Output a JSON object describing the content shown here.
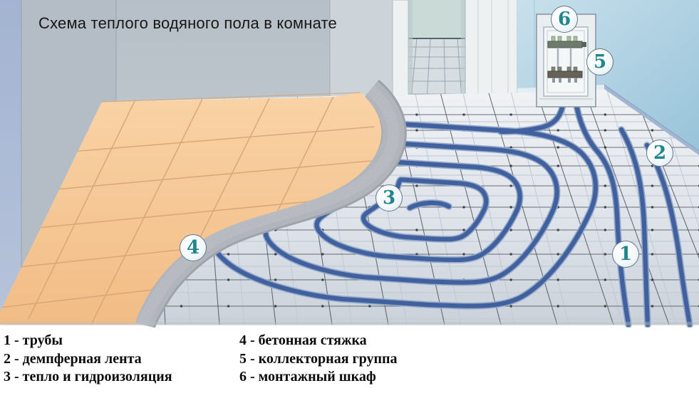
{
  "title": "Схема теплого водяного пола в комнате",
  "legend": {
    "col1": [
      "1 - трубы",
      "2 - демпферная лента",
      "3 - тепло и гидроизоляция"
    ],
    "col2": [
      "4 - бетонная стяжка",
      "5 - коллекторная группа",
      "6 - монтажный шкаф"
    ]
  },
  "callouts": [
    {
      "num": "1",
      "label": "трубы"
    },
    {
      "num": "2",
      "label": "демпферная лента"
    },
    {
      "num": "3",
      "label": "тепло и гидроизоляция"
    },
    {
      "num": "4",
      "label": "бетонная стяжка"
    },
    {
      "num": "5",
      "label": "коллекторная группа"
    },
    {
      "num": "6",
      "label": "монтажный шкаф"
    }
  ],
  "palette": {
    "callout_number": "#1f858e",
    "pipe_blue": "#41619e",
    "tile_orange": "#f5c594",
    "screed_gray": "#b6bac1",
    "wall_blue": "#aed2e2",
    "wall_gray": "#bcc5cc"
  }
}
